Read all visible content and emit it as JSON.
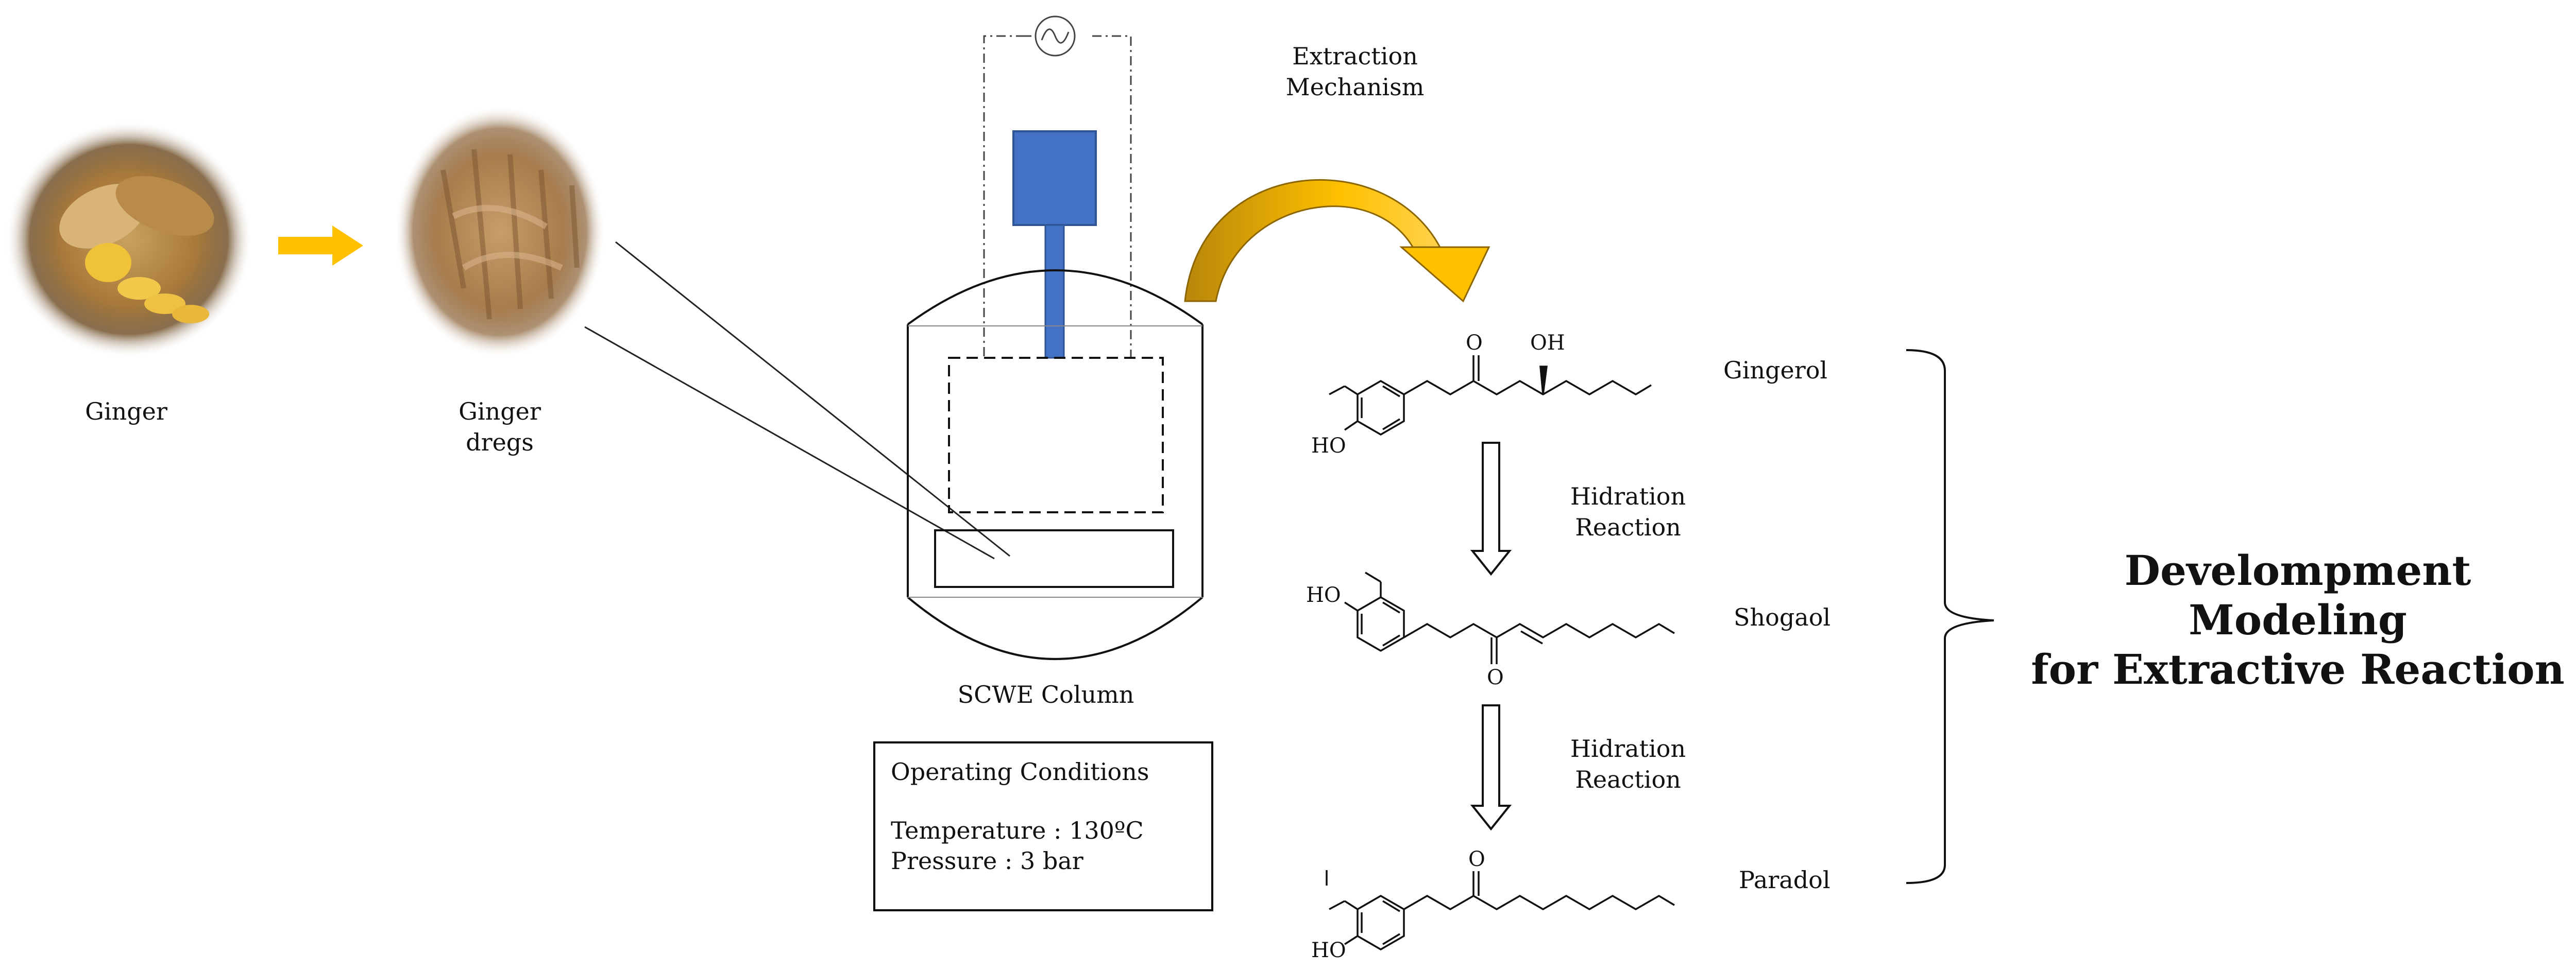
{
  "labels": {
    "ginger": "Ginger",
    "ginger_dregs_1": "Ginger",
    "ginger_dregs_2": "dregs",
    "extraction_1": "Extraction",
    "extraction_2": "Mechanism",
    "column": "SCWE Column",
    "gingerol": "Gingerol",
    "shogaol": "Shogaol",
    "paradol": "Paradol",
    "hydration_a_1": "Hidration",
    "hydration_a_2": "Reaction",
    "hydration_b_1": "Hidration",
    "hydration_b_2": "Reaction"
  },
  "operating_conditions": {
    "title": "Operating Conditions",
    "temperature": "Temperature : 130ºC",
    "pressure": "Pressure : 3 bar"
  },
  "atoms": {
    "oxygen": "O",
    "hydroxyl": "OH",
    "hydroxyl_left": "HO"
  },
  "headline": {
    "line1": "Develompment Modeling",
    "line2": "for Extractive Reaction"
  },
  "colors": {
    "arrow_yellow": "#FFC000",
    "heater_blue": "#4472C4",
    "curved_arrow_dark": "#B8860B"
  },
  "icons": {
    "heater": "ac-source-icon",
    "ginger_photo": "ginger-root-icon",
    "dregs_photo": "ginger-dregs-icon"
  }
}
